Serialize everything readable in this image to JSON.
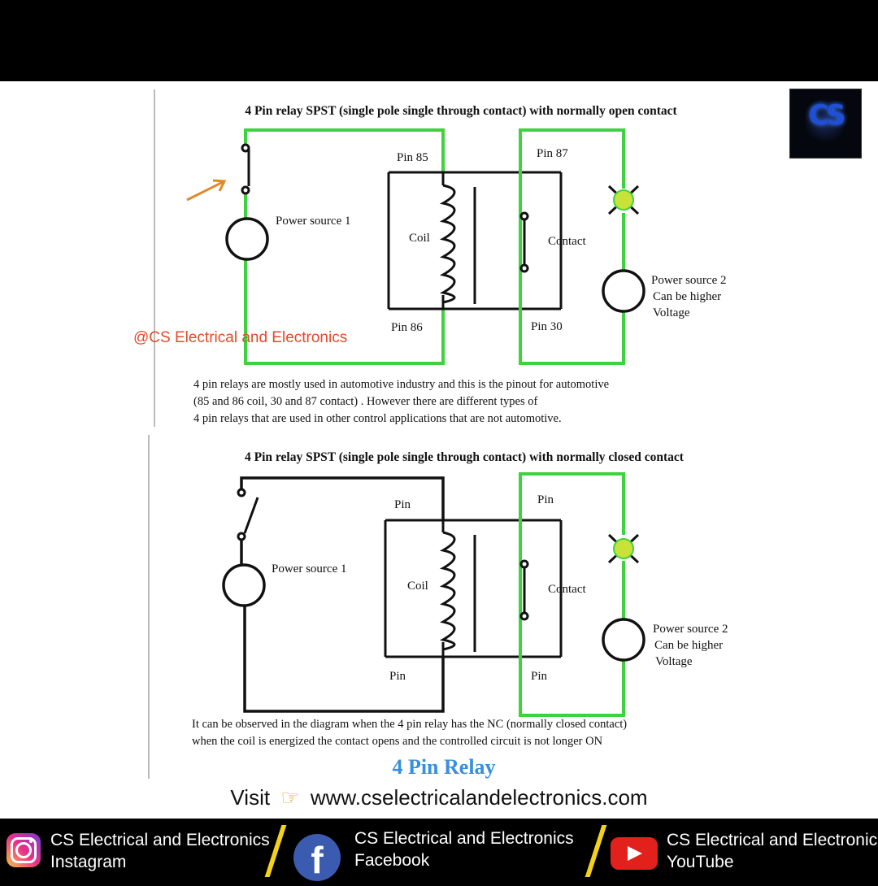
{
  "top_diagram": {
    "title": "4 Pin relay SPST (single pole single through contact) with normally open contact",
    "pin_85": "Pin  85",
    "pin_87": "Pin  87",
    "pin_86": "Pin  86",
    "pin_30": "Pin 30",
    "power_source_1": "Power source 1",
    "coil": "Coil",
    "contact": "Contact",
    "power_source_2": [
      "Power source 2",
      "Can be higher",
      "Voltage"
    ],
    "description": [
      "4 pin relays are mostly used in automotive industry and this is the pinout for automotive",
      "(85 and 86 coil, 30 and 87 contact) . However there are different types of",
      "4 pin relays that are used in other control applications that are not automotive."
    ]
  },
  "watermark": "@CS Electrical and Electronics",
  "bottom_diagram": {
    "title": "4 Pin relay SPST (single pole single through contact) with normally closed contact",
    "pin_top_left": "Pin",
    "pin_top_right": "Pin",
    "pin_bottom_left": "Pin",
    "pin_bottom_right": "Pin",
    "power_source_1": "Power source 1",
    "coil": "Coil",
    "contact": "Contact",
    "power_source_2": [
      "Power source 2",
      "Can be higher",
      "Voltage"
    ],
    "description": [
      "It can be observed in the diagram when the 4 pin relay has the NC (normally closed contact)",
      "when the coil is energized the contact opens and the controlled circuit is not longer ON"
    ]
  },
  "heading": "4 Pin Relay",
  "visit": {
    "prefix": "Visit",
    "url": "www.cselectricalandelectronics.com",
    "hand_icon": "pointing-hand-icon"
  },
  "logo_text": "CS",
  "footer": {
    "instagram": {
      "name": "CS Electrical and Electronics",
      "platform": "Instagram"
    },
    "facebook": {
      "name": "CS Electrical and Electronics",
      "platform": "Facebook"
    },
    "youtube": {
      "name": "CS Electrical and Electronics",
      "platform": "YouTube"
    }
  },
  "colors": {
    "wire_green": "#3ed33e",
    "wire_black": "#111111",
    "lamp_yellow": "#c9e23a",
    "heading_blue": "#3a8fdc",
    "arrow_orange": "#e08a25",
    "slash_yellow": "#f2d21c"
  }
}
